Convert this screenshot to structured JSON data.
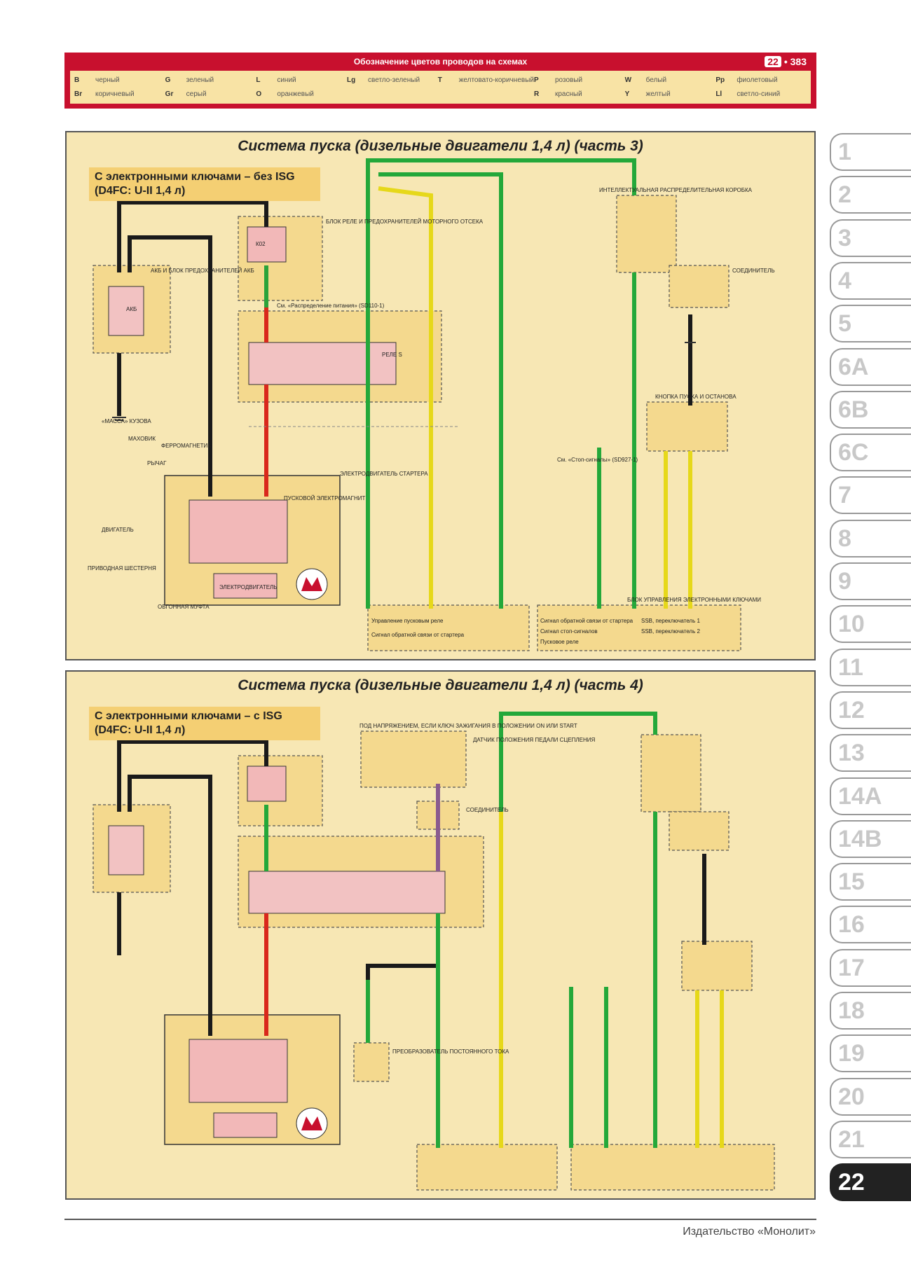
{
  "legend": {
    "title": "Обозначение цветов проводов на схемах",
    "chapter_badge": "22",
    "page_number": "• 383",
    "colors": [
      {
        "code": "B",
        "name": "черный"
      },
      {
        "code": "G",
        "name": "зеленый"
      },
      {
        "code": "L",
        "name": "синий"
      },
      {
        "code": "Lg",
        "name": "светло-зеленый"
      },
      {
        "code": "T",
        "name": "желтовато-коричневый"
      },
      {
        "code": "P",
        "name": "розовый"
      },
      {
        "code": "W",
        "name": "белый"
      },
      {
        "code": "Pp",
        "name": "фиолетовый"
      },
      {
        "code": "Br",
        "name": "коричневый"
      },
      {
        "code": "Gr",
        "name": "серый"
      },
      {
        "code": "O",
        "name": "оранжевый"
      },
      {
        "code": "",
        "name": ""
      },
      {
        "code": "",
        "name": ""
      },
      {
        "code": "R",
        "name": "красный"
      },
      {
        "code": "Y",
        "name": "желтый"
      },
      {
        "code": "Ll",
        "name": "светло-синий"
      }
    ]
  },
  "panel1": {
    "title": "Система пуска (дизельные двигатели 1,4 л) (часть 3)",
    "variant_line1": "С электронными ключами – без ISG",
    "variant_line2": "(D4FC: U-II 1,4 л)",
    "labels": {
      "massa": "«МАССА» КУЗОВА",
      "akb": "АКБ",
      "akb_block": "АКБ И БЛОК ПРЕДОХРАНИТЕЛЕЙ АКБ",
      "relay_block": "БЛОК РЕЛЕ И ПРЕДОХРАНИТЕЛЕЙ МОТОРНОГО ОТСЕКА",
      "fuse": "К02",
      "see_power": "См. «Распределение питания» (SD110-1)",
      "relay": "РЕЛЕ S",
      "solenoid": "ПУСКОВОЙ ЭЛЕКТРОМАГНИТ",
      "starter": "ЭЛЕКТРОДВИГАТЕЛЬ СТАРТЕРА",
      "motor": "ЭЛЕКТРОДВИГАТЕЛЬ",
      "flywheel": "МАХОВИК",
      "ferromagnet": "ФЕРРОМАГНЕТИК",
      "lever": "РЫЧАГ",
      "engine": "ДВИГАТЕЛЬ",
      "drive_gear": "ПРИВОДНАЯ ШЕСТЕРНЯ",
      "clutch": "ОБГОННАЯ МУФТА",
      "ijb": "ИНТЕЛЛЕКТУАЛЬНАЯ РАСПРЕДЕЛИТЕЛЬНАЯ КОРОБКА",
      "connector": "СОЕДИНИТЕЛЬ",
      "start_stop": "КНОПКА ПУСКА И ОСТАНОВА",
      "stop_signal": "См. «Стоп-сигналы» (SD927-1)",
      "smart_key": "БЛОК УПРАВЛЕНИЯ ЭЛЕКТРОННЫМИ КЛЮЧАМИ",
      "bottom_left_1": "Управление пусковым реле",
      "bottom_left_2": "Сигнал обратной связи от стартера",
      "bottom_right_1": "Сигнал обратной связи от стартера",
      "bottom_right_2": "Сигнал стоп-сигналов",
      "bottom_right_3": "Пусковое реле",
      "bottom_right_4": "SSB, переключатель 1",
      "bottom_right_5": "SSB, переключатель 2"
    }
  },
  "panel2": {
    "title": "Система пуска (дизельные двигатели 1,4 л) (часть 4)",
    "variant_line1": "С электронными ключами – с ISG",
    "variant_line2": "(D4FC: U-II 1,4 л)",
    "labels": {
      "note": "ПОД НАПРЯЖЕНИЕМ, ЕСЛИ КЛЮЧ ЗАЖИГАНИЯ В ПОЛОЖЕНИИ ON ИЛИ START",
      "sensor": "ДАТЧИК ПОЛОЖЕНИЯ ПЕДАЛИ СЦЕПЛЕНИЯ",
      "dc_block": "ПРЕОБРАЗОВАТЕЛЬ ПОСТОЯННОГО ТОКА",
      "connector": "СОЕДИНИТЕЛЬ"
    }
  },
  "tabs": [
    "1",
    "2",
    "3",
    "4",
    "5",
    "6A",
    "6B",
    "6C",
    "7",
    "8",
    "9",
    "10",
    "11",
    "12",
    "13",
    "14A",
    "14B",
    "15",
    "16",
    "17",
    "18",
    "19",
    "20",
    "21",
    "22"
  ],
  "footer": "Издательство «Монолит»"
}
